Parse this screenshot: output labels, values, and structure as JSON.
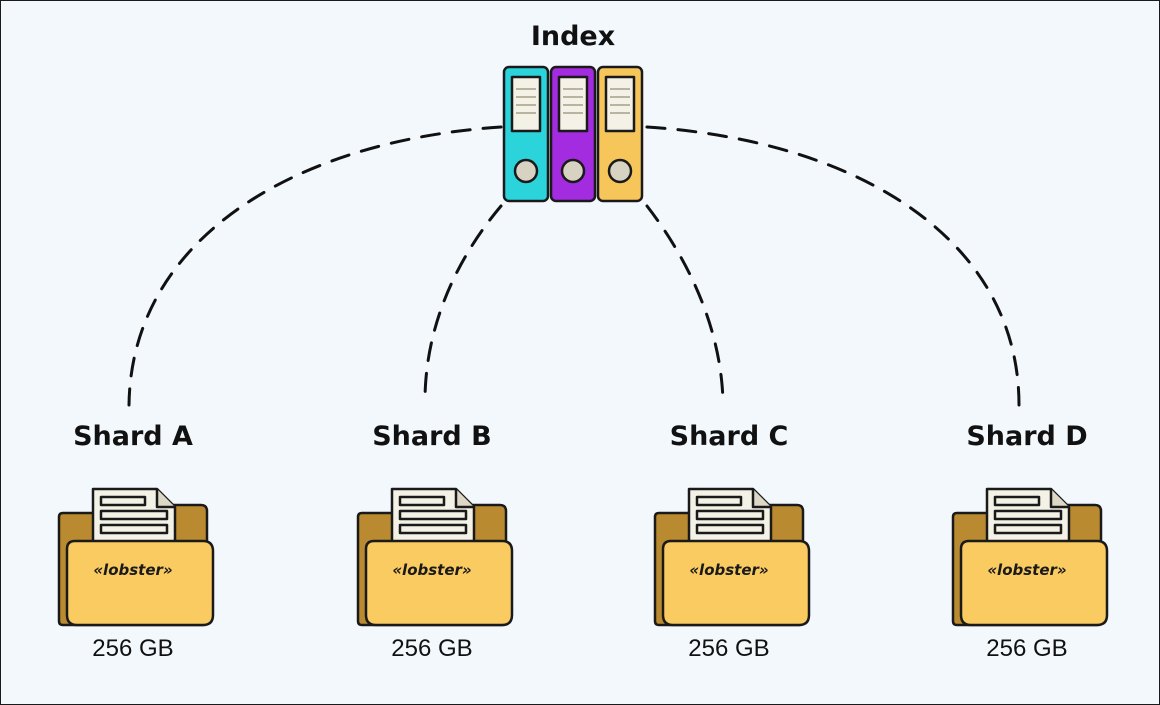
{
  "index": {
    "title": "Index",
    "binder_colors": [
      "#2ad4da",
      "#a32be0",
      "#f7c65a"
    ]
  },
  "shards": [
    {
      "title": "Shard A",
      "folder_label": "«lobster»",
      "size": "256 GB"
    },
    {
      "title": "Shard B",
      "folder_label": "«lobster»",
      "size": "256 GB"
    },
    {
      "title": "Shard C",
      "folder_label": "«lobster»",
      "size": "256 GB"
    },
    {
      "title": "Shard D",
      "folder_label": "«lobster»",
      "size": "256 GB"
    }
  ],
  "colors": {
    "background": "#f3f8fd",
    "folder_back": "#b98a30",
    "folder_front": "#f9cb61",
    "paper": "#f4f1e6"
  }
}
